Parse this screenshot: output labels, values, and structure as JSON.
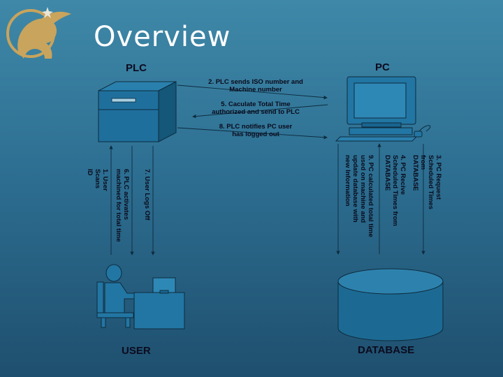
{
  "slide": {
    "title": "Overview"
  },
  "nodes": {
    "plc": "PLC",
    "pc": "PC",
    "user": "USER",
    "database": "DATABASE"
  },
  "messages": {
    "m2": "2. PLC sends ISO number and\nMachine number",
    "m5": "5. Caculate Total Time\nauthorized and send to PLC",
    "m8": "8. PLC notifies PC user\nhas logged out",
    "m1": "1. User\nScans\nID",
    "m6": "6. PLC activates\nmachined for total time",
    "m7": "7. User Logs Off",
    "m3": "3. PC  Request\nScheduled Times from\nDATABASE",
    "m4": "4. PC Recive\nScheduled Times from\nDATABASE",
    "m9": "9. PC calculated total time\nused on machine and\nupdate database with\nnew Information"
  },
  "colors": {
    "accent": "#1c6a93",
    "outline": "#0d2b3e",
    "logo": "#c8a45c"
  },
  "icons": {
    "logo": "pegasus-logo",
    "plc": "plc-machine-icon",
    "pc": "desktop-computer-icon",
    "user": "user-at-desk-icon",
    "database": "database-cylinder-icon"
  }
}
